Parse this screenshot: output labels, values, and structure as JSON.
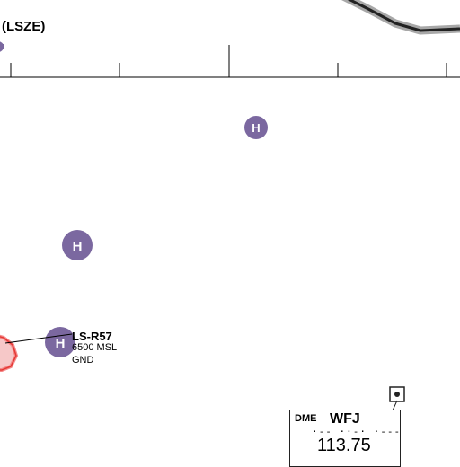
{
  "airport": {
    "name": "(LSZE)"
  },
  "restricted_area": {
    "id": "LS-R57",
    "upper_limit": "6500 MSL",
    "lower_limit": "GND",
    "color": "#e53935"
  },
  "heliports": [
    {
      "symbol": "H"
    },
    {
      "symbol": "H"
    },
    {
      "symbol": "H"
    }
  ],
  "navaid": {
    "type": "DME",
    "ident": "WFJ",
    "morse": "·-- ··-· ·---",
    "frequency": "113.75"
  },
  "colors": {
    "heliport": "#7b68a0",
    "airport_symbol": "#7b68a0",
    "route": "#222222",
    "route_halo": "#9e9e9e"
  }
}
